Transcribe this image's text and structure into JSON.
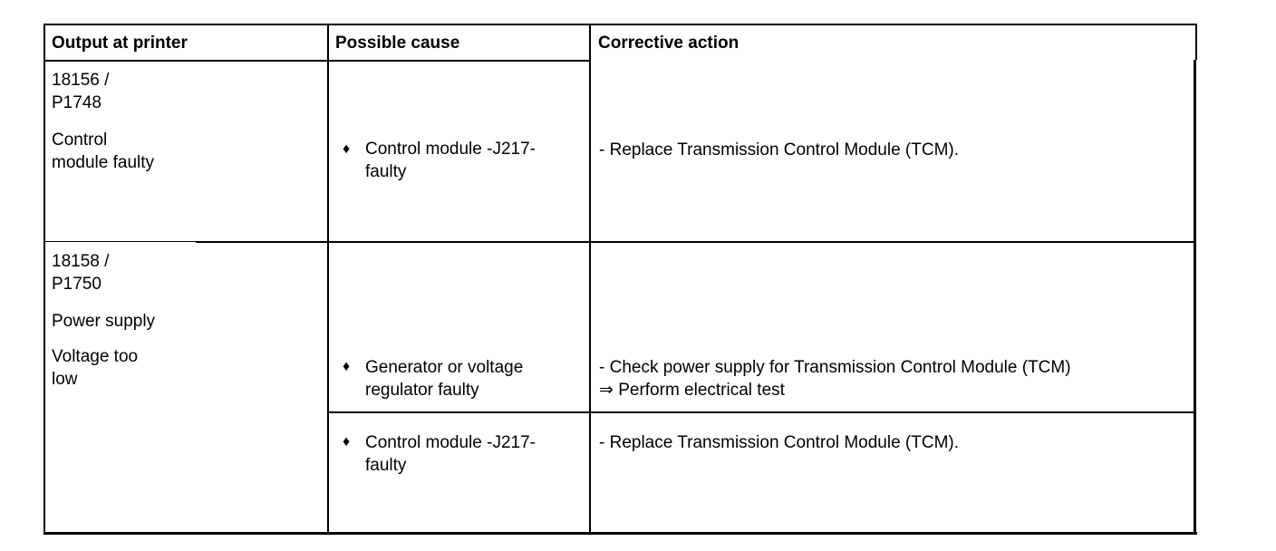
{
  "header": {
    "output": "Output at printer",
    "cause": "Possible cause",
    "action": "Corrective action"
  },
  "rows": [
    {
      "code": "18156 /",
      "pcode": "P1748",
      "desc1": "Control",
      "desc2": "module faulty",
      "entries": [
        {
          "bullet": "♦",
          "cause1": "Control module -J217-",
          "cause2": "faulty",
          "action1": "- Replace Transmission Control Module (TCM)."
        }
      ]
    },
    {
      "code": "18158 /",
      "pcode": "P1750",
      "desc1": "Power supply",
      "desc2": "Voltage too",
      "desc3": "low",
      "entries": [
        {
          "bullet": "♦",
          "cause1": "Generator or voltage",
          "cause2": "regulator faulty",
          "action1": "- Check power supply for Transmission Control Module (TCM)",
          "action2": "⇒ Perform electrical test"
        },
        {
          "bullet": "♦",
          "cause1": "Control module -J217-",
          "cause2": "faulty",
          "action1": "- Replace Transmission Control Module (TCM)."
        }
      ]
    }
  ]
}
